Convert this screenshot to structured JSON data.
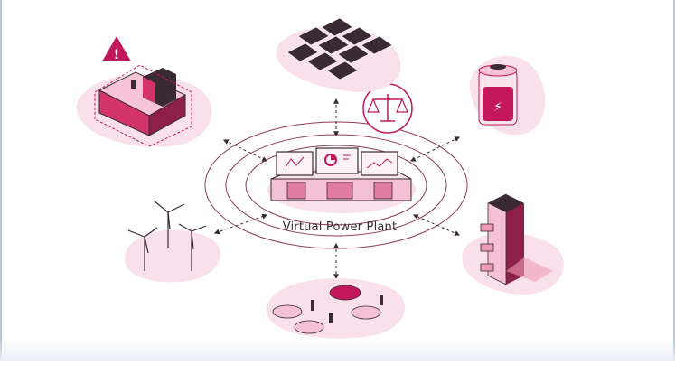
{
  "diagram": {
    "center_label": "Virtual Power Plant",
    "battery_glyph": "⚡",
    "warning_glyph": "!",
    "nodes": [
      {
        "id": "factory",
        "icon": "warning-factory-icon"
      },
      {
        "id": "solar",
        "icon": "solar-panel-icon"
      },
      {
        "id": "battery",
        "icon": "battery-icon"
      },
      {
        "id": "wind",
        "icon": "wind-turbine-icon"
      },
      {
        "id": "apartment",
        "icon": "apartment-building-icon"
      },
      {
        "id": "ev-parking",
        "icon": "electric-car-icon"
      },
      {
        "id": "control-room",
        "icon": "monitor-desk-icon"
      },
      {
        "id": "balance",
        "icon": "balance-scale-icon"
      }
    ],
    "colors": {
      "accent": "#c2185b",
      "pink_light": "#f7d6e2",
      "pink_mid": "#ee9bb8",
      "pink_dark": "#d4346a",
      "outline": "#3a2a33",
      "ground": "#f9e0ea"
    }
  }
}
